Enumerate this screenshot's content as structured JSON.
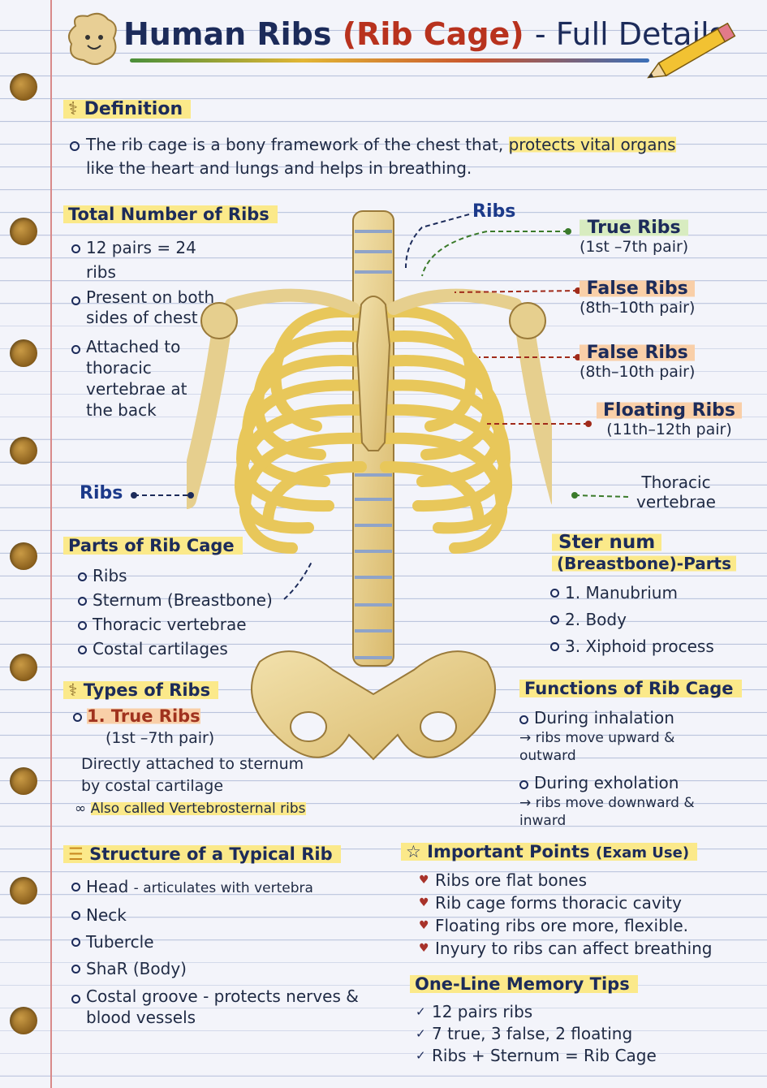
{
  "title": {
    "main": "Human Ribs",
    "paren": "(Rib Cage)",
    "rest": "- Full Details"
  },
  "definition": {
    "heading": "Definition",
    "text_plain": "The rib cage is a bony framework of the chest that,",
    "text_highlight": "protects vital organs",
    "text_end": "like the heart and lungs and helps in breathing."
  },
  "total": {
    "heading": "Total Number of Ribs",
    "items": [
      "12 pairs = 24 ribs",
      "Present on both sides of chest",
      "Attached to thoracic vertebrae at the back"
    ]
  },
  "labels": {
    "ribs_top": "Ribs",
    "true_ribs": "True Ribs",
    "true_range": "(1st –7th pair)",
    "false1": "False Ribs",
    "false1_range": "(8th–10th pair)",
    "false2": "False Ribs",
    "false2_range": "(8th–10th pair)",
    "floating": "Floating Ribs",
    "floating_range": "(11th–12th pair)",
    "ribs_left": "Ribs",
    "thoracic": "Thoracic vertebrae"
  },
  "parts": {
    "heading": "Parts of Rib Cage",
    "items": [
      "Ribs",
      "Sternum (Breastbone)",
      "Thoracic vertebrae",
      "Costal cartilages"
    ]
  },
  "sternum": {
    "heading": "Ster num",
    "subheading": "(Breastbone)-Parts",
    "items": [
      "1. Manubrium",
      "2. Body",
      "3. Xiphoid process"
    ]
  },
  "types": {
    "heading": "Types of Ribs",
    "item": "1. True Ribs",
    "range": "(1st –7th pair)",
    "desc": "Directly attached to sternum by costal cartilage",
    "aka": "Also called Vertebrosternal ribs"
  },
  "functions": {
    "heading": "Functions of Rib Cage",
    "inh": "During inhalation",
    "inh_detail": "→ ribs move upward & outward",
    "exh": "During exholation",
    "exh_detail": "→ ribs move downward & inward"
  },
  "structure": {
    "heading": "Structure of a Typical Rib",
    "items": [
      {
        "main": "Head",
        "note": "- articulates with vertebra"
      },
      {
        "main": "Neck",
        "note": ""
      },
      {
        "main": "Tubercle",
        "note": ""
      },
      {
        "main": "ShaR (Body)",
        "note": ""
      },
      {
        "main": "Costal groove",
        "note": "- protects nerves & blood vessels"
      }
    ]
  },
  "important": {
    "heading": "Important Points",
    "heading_note": "(Exam Use)",
    "items": [
      "Ribs ore flat bones",
      "Rib cage forms thoracic cavity",
      "Floating ribs ore more, flexible.",
      "Inyury to ribs can affect breathing"
    ]
  },
  "tips": {
    "heading": "One-Line Memory Tips",
    "items": [
      "12 pairs ribs",
      "7 true, 3 false, 2 floating",
      "Ribs + Sternum = Rib Cage"
    ]
  },
  "colors": {
    "accent": "#1c2b5a",
    "paren": "#b8321e",
    "highlight": "#fbe98a",
    "bone": "#e6cf8e",
    "cartilage": "#b7c6e0"
  }
}
